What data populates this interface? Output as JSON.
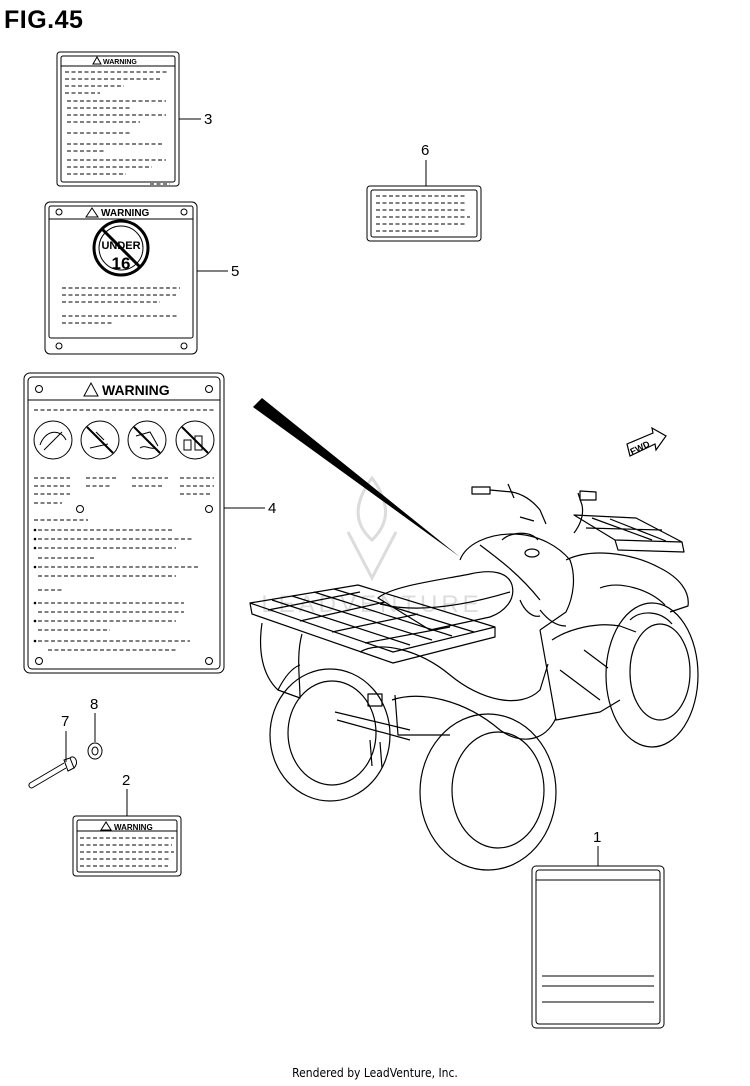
{
  "figure": {
    "title": "FIG.45"
  },
  "footer": {
    "text": "Rendered by LeadVenture, Inc."
  },
  "callouts": [
    "1",
    "2",
    "3",
    "4",
    "5",
    "6",
    "7",
    "8"
  ],
  "labels": {
    "warning": "WARNING",
    "under": "UNDER",
    "sixteen": "16",
    "fwd": "FWD"
  },
  "watermark": {
    "text": "LEADVENTURE"
  },
  "colors": {
    "line": "#000000",
    "background": "#ffffff",
    "watermark": "#d8d8d8"
  }
}
